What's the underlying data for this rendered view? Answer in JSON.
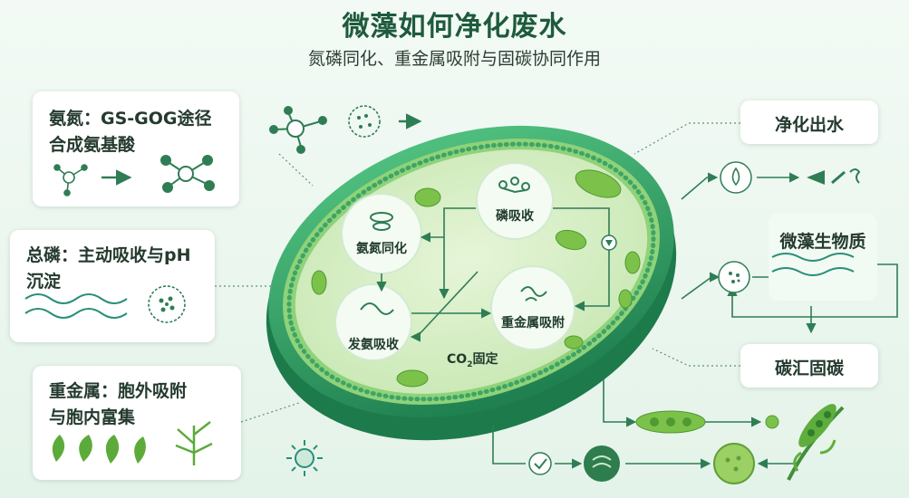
{
  "header": {
    "title": "微藻如何净化废水",
    "subtitle": "氮磷同化、重金属吸附与固碳协同作用"
  },
  "left_cards": {
    "nitrogen": {
      "line1": "氨氮：GS-GOG途径",
      "line2": "合成氨基酸"
    },
    "phosphorus": {
      "line1": "总磷：主动吸收与pH",
      "line2": "沉淀"
    },
    "metals": {
      "line1": "重金属：胞外吸附",
      "line2": "与胞内富集"
    }
  },
  "cell": {
    "nodes": {
      "ammonia": "氨氮同化",
      "phosphate": "磷吸收",
      "denitrification": "发氨吸收",
      "metal": "重金属吸附"
    },
    "co2_main": "CO",
    "co2_sub": "2",
    "co2_tail": "固定"
  },
  "right_cards": {
    "clean_water": "净化出水",
    "biomass": "微藻生物质",
    "carbon_sink": "碳汇固碳"
  },
  "icons": {
    "molecule": "molecule-icon",
    "cells": "cell-cluster-icon",
    "droplet": "water-drop-icon",
    "leaves": "leaf-icon",
    "tree": "plant-icon",
    "virus": "microbe-icon"
  },
  "colors": {
    "title": "#1e5a3c",
    "cell_outer": "#2e9a63",
    "cell_inner": "#d9efc9",
    "chloroplast": "#7cc24a",
    "accent": "#2a8f78"
  }
}
